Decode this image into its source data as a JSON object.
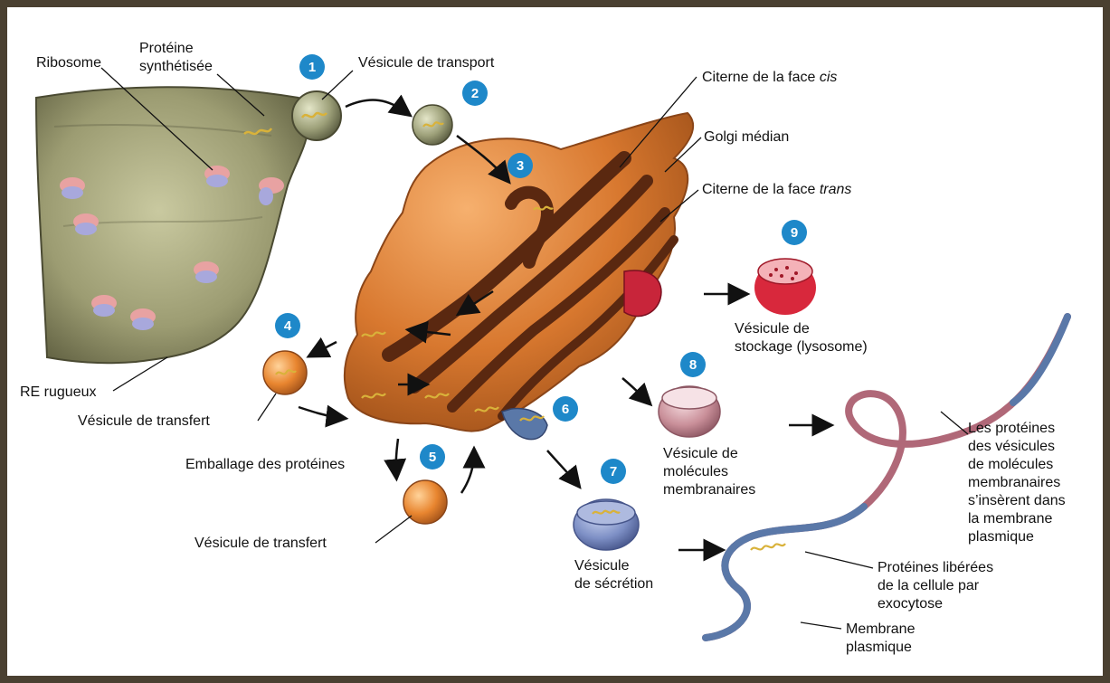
{
  "colors": {
    "frame": "#4a4031",
    "er_membrane": "#8a8a62",
    "golgi": "#d87a34",
    "lumen": "#6a2e12",
    "badge": "#1e88c9",
    "lysosome": "#e23a3a",
    "membrane_pink": "#b06878",
    "membrane_blue": "#5a78a8",
    "secretory": "#7a8cc0",
    "protein": "#d9b23a"
  },
  "badges": [
    "1",
    "2",
    "3",
    "4",
    "5",
    "6",
    "7",
    "8",
    "9"
  ],
  "labels": {
    "ribosome": "Ribosome",
    "protein_1": "Protéine",
    "protein_2": "synthétisée",
    "transport_vesicle": "Vésicule de transport",
    "cis_1": "Citerne de la face ",
    "cis_2": "cis",
    "median": "Golgi médian",
    "trans_1": "Citerne de la face ",
    "trans_2": "trans",
    "storage_1": "Vésicule de",
    "storage_2": "stockage (lysosome)",
    "rough_er": "RE rugueux",
    "transfer_vesicle_a": "Vésicule de transfert",
    "packaging": "Emballage des protéines",
    "transfer_vesicle_b": "Vésicule de transfert",
    "membrane_vesicle_1": "Vésicule de",
    "membrane_vesicle_2": "molécules",
    "membrane_vesicle_3": "membranaires",
    "secretory_1": "Vésicule",
    "secretory_2": "de sécrétion",
    "insert_1": "Les protéines",
    "insert_2": "des vésicules",
    "insert_3": "de molécules",
    "insert_4": "membranaires",
    "insert_5": "s’insèrent dans",
    "insert_6": "la membrane",
    "insert_7": "plasmique",
    "released_1": "Protéines libérées",
    "released_2": "de la cellule par",
    "released_3": "exocytose",
    "pm_1": "Membrane",
    "pm_2": "plasmique"
  }
}
